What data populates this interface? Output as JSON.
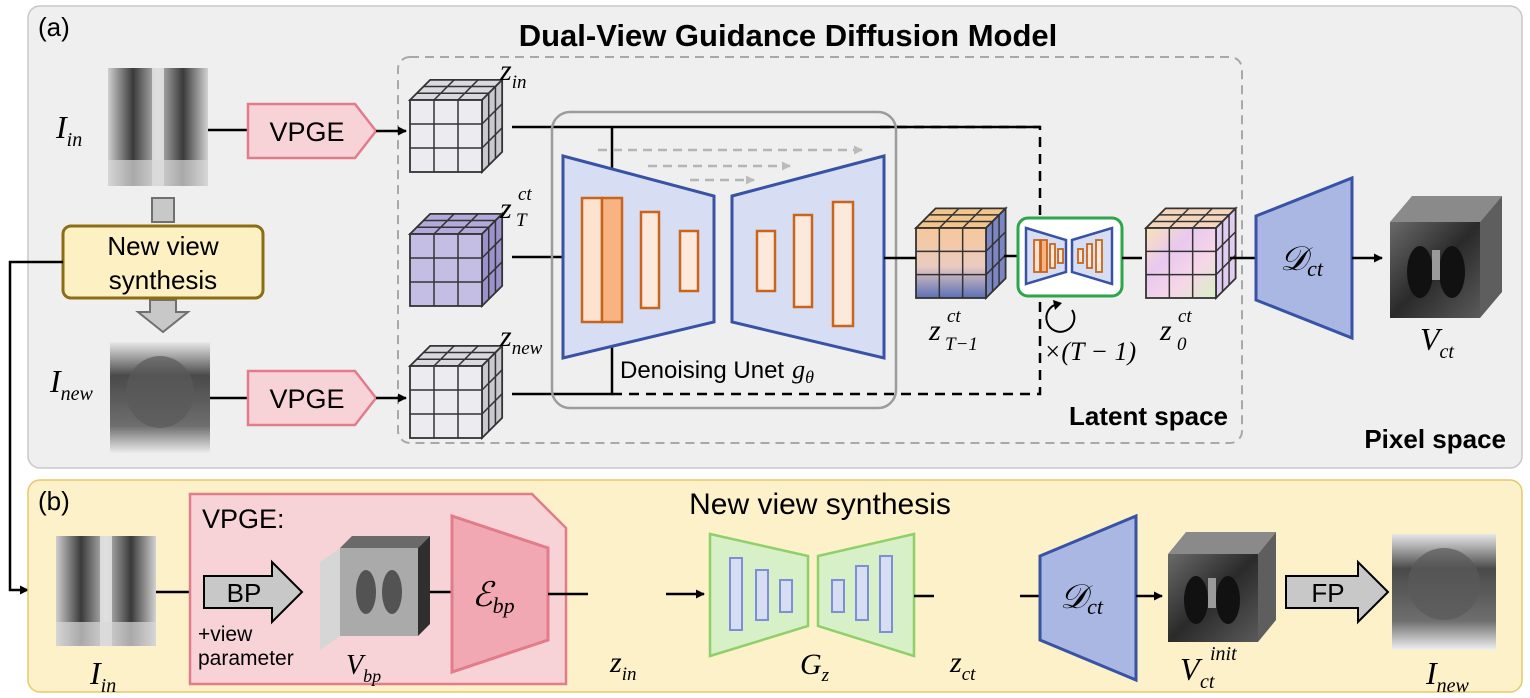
{
  "title": "Dual-View Guidance Diffusion Model",
  "panel_a": {
    "label": "(a)",
    "latent_space_label": "Latent space",
    "pixel_space_label": "Pixel space",
    "input_image": {
      "symbol": "I",
      "sub": "in"
    },
    "new_image": {
      "symbol": "I",
      "sub": "new"
    },
    "new_view_box": {
      "line1": "New view",
      "line2": "synthesis"
    },
    "vpge_top": "VPGE",
    "vpge_bottom": "VPGE",
    "z_in": {
      "symbol": "z",
      "sub": "in"
    },
    "z_T": {
      "symbol": "z",
      "sup": "ct",
      "sub": "T"
    },
    "z_new": {
      "symbol": "z",
      "sub": "new"
    },
    "unet_label": "Denoising Unet",
    "unet_symbol": "g",
    "unet_symbol_sub": "θ",
    "z_T1": {
      "symbol": "z",
      "sup": "ct",
      "sub": "T−1"
    },
    "repeat": "×(T − 1)",
    "z_0": {
      "symbol": "z",
      "sup": "ct",
      "sub": "0"
    },
    "decoder": {
      "symbol": "𝒟",
      "sub": "ct"
    },
    "volume": {
      "symbol": "V",
      "sub": "ct"
    }
  },
  "panel_b": {
    "label": "(b)",
    "title": "New view synthesis",
    "input_image": {
      "symbol": "I",
      "sub": "in"
    },
    "vpge_label": "VPGE:",
    "bp": "BP",
    "view_param_line1": "+view",
    "view_param_line2": "parameter",
    "v_bp": {
      "symbol": "V",
      "sub": "bp"
    },
    "encoder": {
      "symbol": "ℰ",
      "sub": "bp"
    },
    "z_in": {
      "symbol": "z",
      "sub": "in"
    },
    "generator": {
      "symbol": "G",
      "sub": "z"
    },
    "z_ct": {
      "symbol": "z",
      "sub": "ct"
    },
    "decoder": {
      "symbol": "𝒟",
      "sub": "ct"
    },
    "v_init": {
      "symbol": "V",
      "sup": "init",
      "sub": "ct"
    },
    "fp": "FP",
    "output_image": {
      "symbol": "I",
      "sub": "new"
    }
  }
}
